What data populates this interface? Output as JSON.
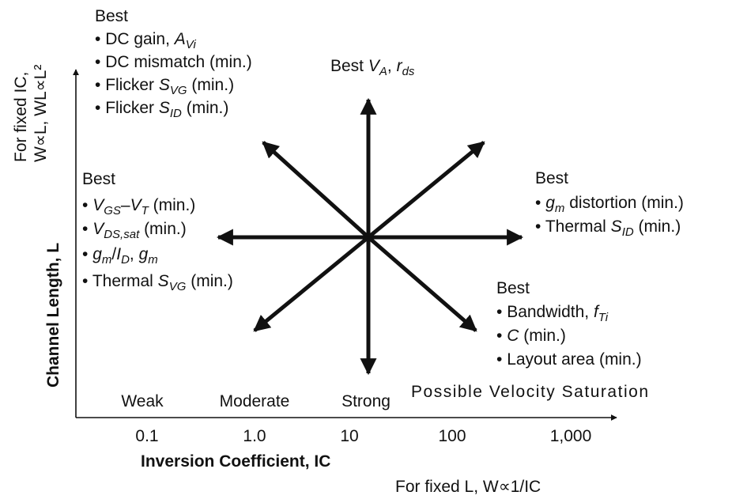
{
  "axes": {
    "y_label": "Channel Length, L",
    "y_note_line1": "For fixed IC,",
    "y_note_line2": "W∝L, WL∝L²",
    "x_label": "Inversion Coefficient, IC",
    "x_note": "For fixed L, W∝1/IC",
    "x_ticks": [
      "0.1",
      "1.0",
      "10",
      "100",
      "1,000"
    ],
    "regions": [
      "Weak",
      "Moderate",
      "Strong",
      "Possible Velocity Saturation"
    ]
  },
  "center_top": {
    "label": "Best V_A, r_ds"
  },
  "top_left": {
    "heading": "Best",
    "items": [
      "DC gain, A_Vi",
      "DC mismatch (min.)",
      "Flicker S_VG (min.)",
      "Flicker S_ID (min.)"
    ]
  },
  "left": {
    "heading": "Best",
    "items": [
      "V_GS–V_T (min.)",
      "V_DS,sat (min.)",
      "g_m/I_D, g_m",
      "Thermal S_VG (min.)"
    ]
  },
  "right": {
    "heading": "Best",
    "items": [
      "g_m distortion (min.)",
      "Thermal S_ID (min.)"
    ]
  },
  "bottom_right": {
    "heading": "Best",
    "items": [
      "Bandwidth, f_Ti",
      "C (min.)",
      "Layout area (min.)"
    ]
  },
  "bullet_char": "•",
  "colors": {
    "ink": "#111111",
    "background": "#ffffff"
  }
}
